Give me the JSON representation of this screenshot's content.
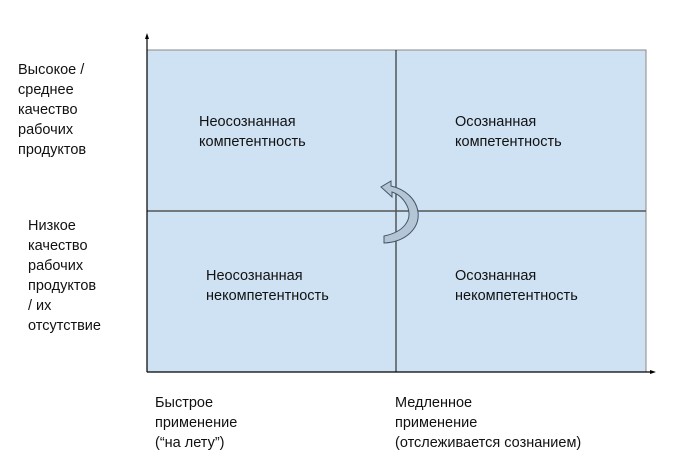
{
  "y_labels": {
    "top": "Высокое /\nсреднее\nкачество\nрабочих\nпродуктов",
    "bottom": "Низкое\nкачество\nрабочих\nпродуктов\n/ их\nотсутствие"
  },
  "x_labels": {
    "left": "Быстрое\nприменение\n(“на лету”)",
    "right": "Медленное\nприменение\n(отслеживается сознанием)"
  },
  "quadrants": {
    "top_left": "Неосознанная\nкомпетентность",
    "top_right": "Осознанная\nкомпетентность",
    "bottom_left": "Неосознанная\nнекомпетентность",
    "bottom_right": "Осознанная\nнекомпетентность"
  },
  "colors": {
    "fill": "#cfe2f3",
    "arrow": "#b4c6d6"
  }
}
